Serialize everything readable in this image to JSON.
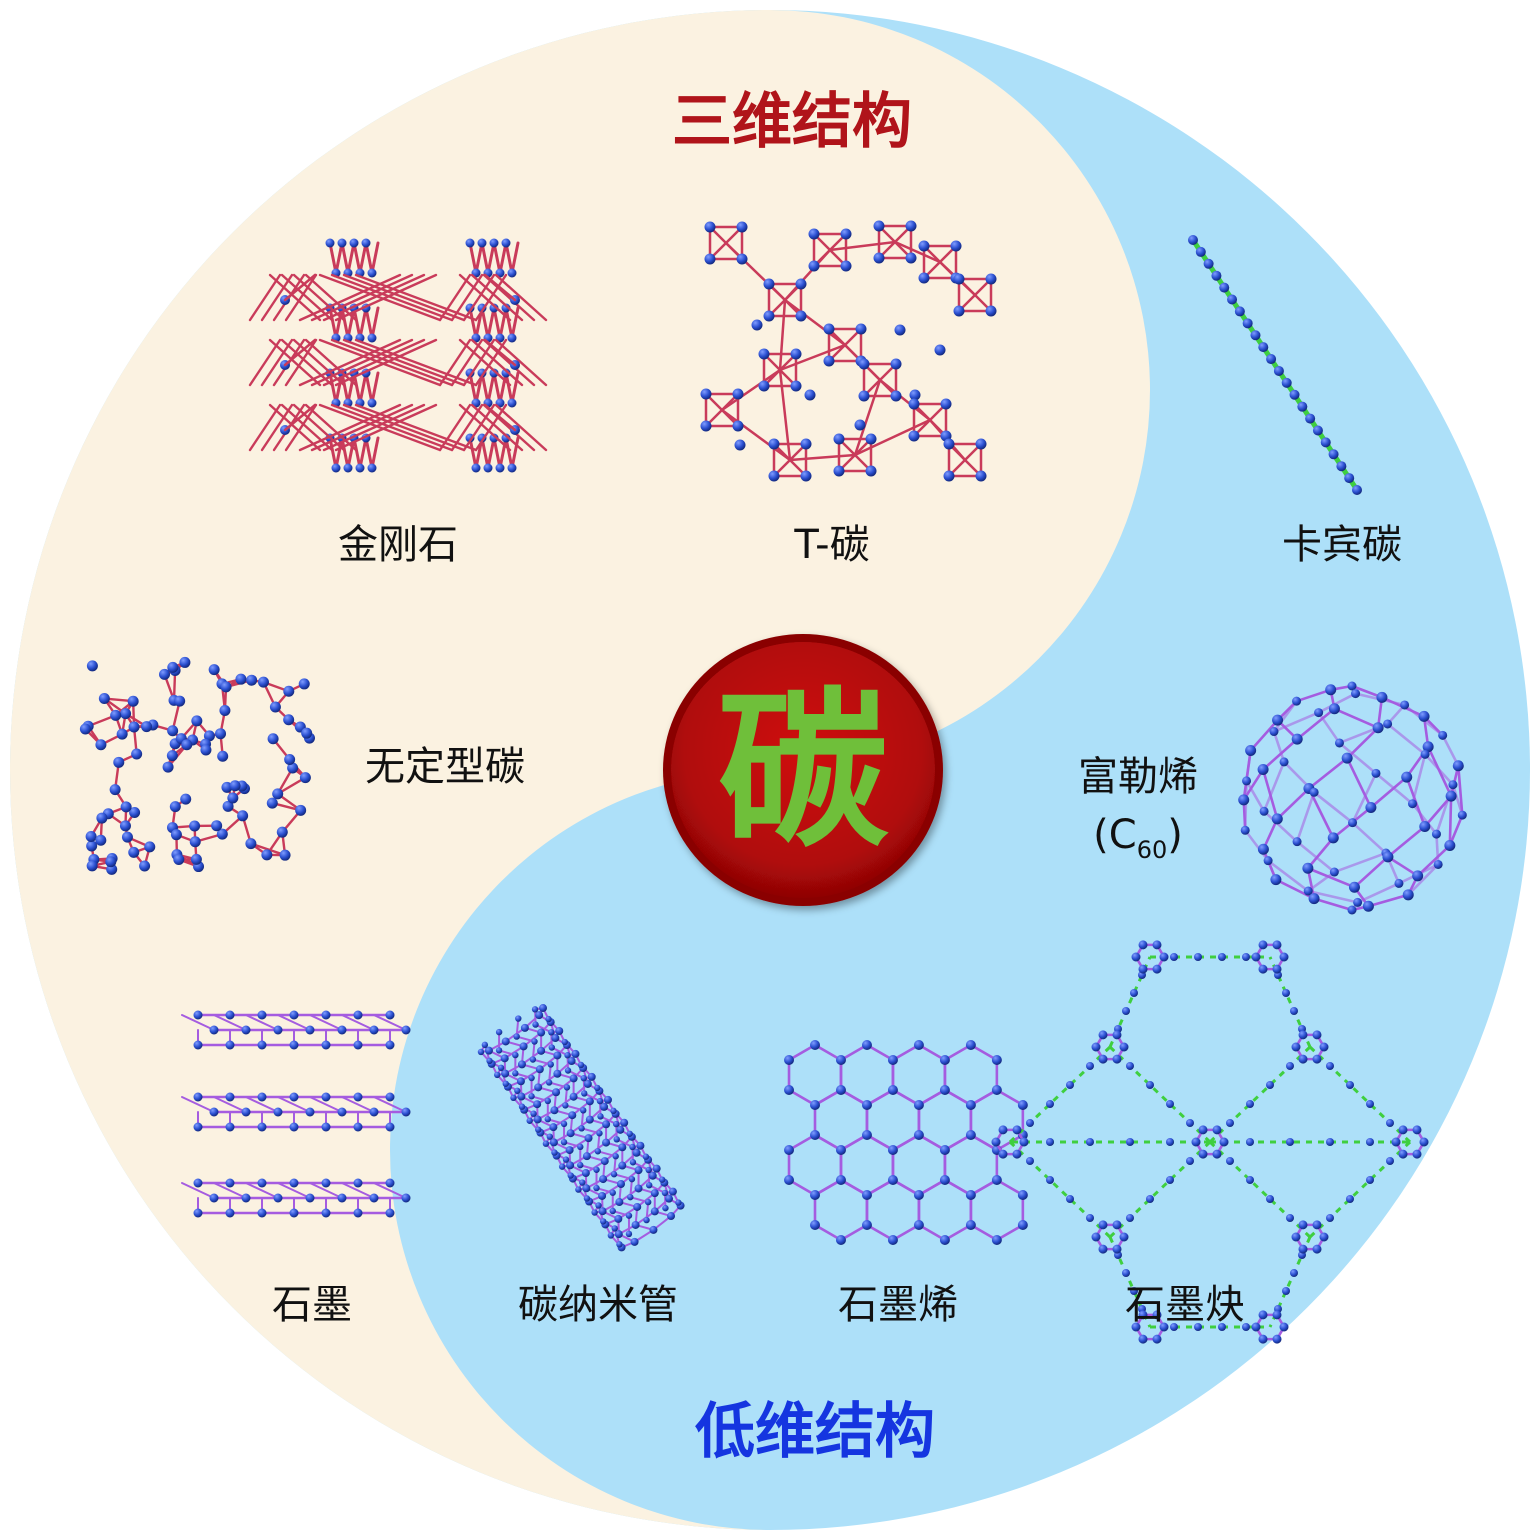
{
  "center": {
    "label": "碳"
  },
  "regions": {
    "top_title": "三维结构",
    "bottom_title": "低维结构"
  },
  "labels": {
    "diamond": "金刚石",
    "t_carbon": "T-碳",
    "carbyne": "卡宾碳",
    "amorphous": "无定型碳",
    "fullerene_line1": "富勒烯",
    "fullerene_open": "(C",
    "fullerene_sub": "60",
    "fullerene_close": ")",
    "graphite": "石墨",
    "nanotube": "碳纳米管",
    "graphene": "石墨烯",
    "graphdiyne": "石墨炔"
  },
  "colors": {
    "three_d_region": "#fbf2e1",
    "low_d_region": "#ade0f9",
    "top_title": "#b0141a",
    "bottom_title": "#1535e0",
    "center_disc": "#c00a0a",
    "center_text": "#6fbf3a",
    "atom": "#2a4fd0",
    "red_bond": "#c93b5a",
    "purple_bond": "#a55ce0",
    "green_bond": "#3fcf3f"
  },
  "icons": {
    "diamond": "diamond-lattice-icon",
    "t_carbon": "t-carbon-lattice-icon",
    "carbyne": "carbyne-chain-icon",
    "amorphous": "amorphous-network-icon",
    "fullerene": "fullerene-sphere-icon",
    "graphite": "graphite-layers-icon",
    "nanotube": "carbon-nanotube-icon",
    "graphene": "graphene-sheet-icon",
    "graphdiyne": "graphdiyne-sheet-icon"
  }
}
